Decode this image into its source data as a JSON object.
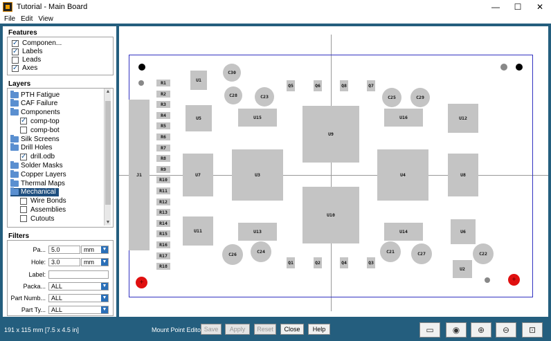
{
  "window": {
    "title": "Tutorial - Main Board"
  },
  "menu": [
    "File",
    "Edit",
    "View"
  ],
  "features": {
    "title": "Features",
    "items": [
      {
        "label": "Componen...",
        "checked": true
      },
      {
        "label": "Labels",
        "checked": true
      },
      {
        "label": "Leads",
        "checked": false
      },
      {
        "label": "Axes",
        "checked": true
      }
    ]
  },
  "layers": {
    "title": "Layers",
    "items": [
      {
        "label": "PTH Fatigue",
        "type": "folder",
        "indent": 0
      },
      {
        "label": "CAF Failure",
        "type": "folder",
        "indent": 0
      },
      {
        "label": "Components",
        "type": "folder",
        "indent": 0
      },
      {
        "label": "comp-top",
        "type": "check",
        "checked": true,
        "indent": 1
      },
      {
        "label": "comp-bot",
        "type": "check",
        "checked": false,
        "indent": 1
      },
      {
        "label": "Silk Screens",
        "type": "folder",
        "indent": 0
      },
      {
        "label": "Drill Holes",
        "type": "folder",
        "indent": 0
      },
      {
        "label": "drill.odb",
        "type": "check",
        "checked": true,
        "indent": 1
      },
      {
        "label": "Solder Masks",
        "type": "folder",
        "indent": 0
      },
      {
        "label": "Copper Layers",
        "type": "folder",
        "indent": 0
      },
      {
        "label": "Thermal Maps",
        "type": "folder",
        "indent": 0
      },
      {
        "label": "Mechanical",
        "type": "folder",
        "indent": 0,
        "selected": true
      },
      {
        "label": "Wire Bonds",
        "type": "check",
        "checked": false,
        "indent": 1
      },
      {
        "label": "Assemblies",
        "type": "check",
        "checked": false,
        "indent": 1
      },
      {
        "label": "Cutouts",
        "type": "check",
        "checked": false,
        "indent": 1
      }
    ]
  },
  "filters": {
    "title": "Filters",
    "pad_label": "Pa...",
    "pad_value": "5.0",
    "pad_unit": "mm",
    "hole_label": "Hole:",
    "hole_value": "3.0",
    "hole_unit": "mm",
    "label_label": "Label:",
    "label_value": "",
    "package_label": "Packa...",
    "package_value": "ALL",
    "partnum_label": "Part Numb...",
    "partnum_value": "ALL",
    "parttype_label": "Part Ty...",
    "parttype_value": "ALL"
  },
  "board": {
    "components": [
      {
        "name": "J1",
        "shape": "rect"
      },
      {
        "name": "R1"
      },
      {
        "name": "R2"
      },
      {
        "name": "R3"
      },
      {
        "name": "R4"
      },
      {
        "name": "R5"
      },
      {
        "name": "R6"
      },
      {
        "name": "R7"
      },
      {
        "name": "R8"
      },
      {
        "name": "R9"
      },
      {
        "name": "R10"
      },
      {
        "name": "R11"
      },
      {
        "name": "R12"
      },
      {
        "name": "R13"
      },
      {
        "name": "R14"
      },
      {
        "name": "R15"
      },
      {
        "name": "R16"
      },
      {
        "name": "R17"
      },
      {
        "name": "R18"
      },
      {
        "name": "U1"
      },
      {
        "name": "U2"
      },
      {
        "name": "U3"
      },
      {
        "name": "U4"
      },
      {
        "name": "U5"
      },
      {
        "name": "U6"
      },
      {
        "name": "U7"
      },
      {
        "name": "U8"
      },
      {
        "name": "U9"
      },
      {
        "name": "U10"
      },
      {
        "name": "U11"
      },
      {
        "name": "U12"
      },
      {
        "name": "U13"
      },
      {
        "name": "U14"
      },
      {
        "name": "U15"
      },
      {
        "name": "U16"
      },
      {
        "name": "C21"
      },
      {
        "name": "C22"
      },
      {
        "name": "C23"
      },
      {
        "name": "C24"
      },
      {
        "name": "C25"
      },
      {
        "name": "C26"
      },
      {
        "name": "C27"
      },
      {
        "name": "C28"
      },
      {
        "name": "C29"
      },
      {
        "name": "C30"
      },
      {
        "name": "Q1"
      },
      {
        "name": "Q2"
      },
      {
        "name": "Q3"
      },
      {
        "name": "Q4"
      },
      {
        "name": "Q5"
      },
      {
        "name": "Q6"
      },
      {
        "name": "Q7"
      },
      {
        "name": "Q8"
      }
    ]
  },
  "status": {
    "dimensions": "191 x 115 mm  [7.5 x 4.5 in]",
    "mount_point_editor": "Mount Point Editor",
    "save": "Save",
    "apply": "Apply",
    "reset": "Reset",
    "close": "Close",
    "help": "Help"
  },
  "colors": {
    "accent": "#245e7e",
    "selected": "#1f4f7f",
    "component": "#c4c4c4",
    "mount_red": "#e01010",
    "board_outline": "#3030c0"
  }
}
